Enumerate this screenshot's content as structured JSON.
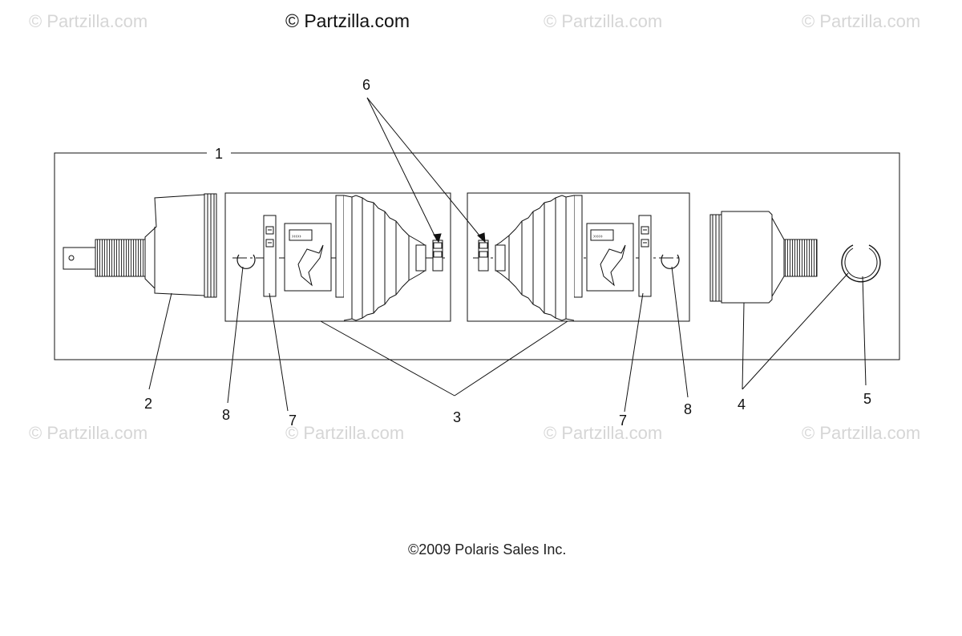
{
  "watermarks": {
    "top_left": "© Partzilla.com",
    "top_center": "© Partzilla.com",
    "top_center_right": "© Partzilla.com",
    "top_right": "© Partzilla.com",
    "bottom_left": "© Partzilla.com",
    "bottom_center_left": "© Partzilla.com",
    "bottom_center_right": "© Partzilla.com",
    "bottom_right": "© Partzilla.com"
  },
  "callouts": {
    "c1": "1",
    "c2": "2",
    "c3": "3",
    "c4": "4",
    "c5": "5",
    "c6": "6",
    "c7_left": "7",
    "c7_right": "7",
    "c8_left": "8",
    "c8_right": "8"
  },
  "copyright": "©2009 Polaris Sales Inc."
}
